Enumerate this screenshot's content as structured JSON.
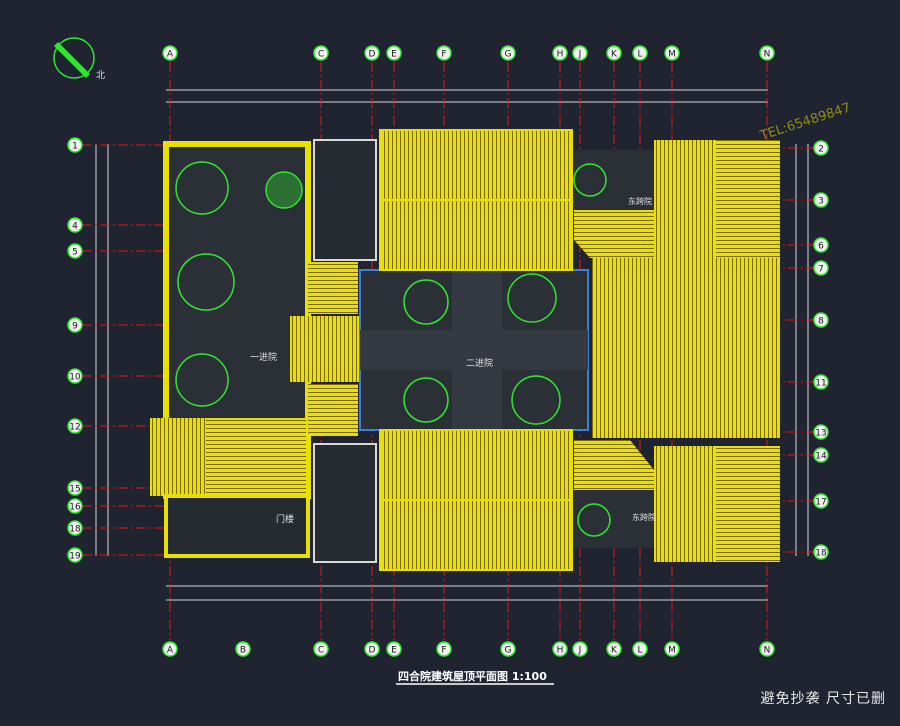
{
  "drawing": {
    "title": "四合院建筑屋顶平面图 1:100",
    "north_label": "北",
    "caption": "避免抄袭 尺寸已删",
    "watermark_text": "TEL:65489847",
    "colors": {
      "background": "#1f2430",
      "roof": "#e8e000",
      "roof_line": "#7a6a00",
      "axis": "#e01818",
      "dim": "#d8d8d8",
      "tree": "#2ee82e",
      "bubble": "#d0d0d0",
      "grid_label": "#1a1a1a"
    },
    "column_labels_top": [
      "A",
      "C",
      "D",
      "E",
      "F",
      "G",
      "H",
      "J",
      "K",
      "L",
      "M",
      "N"
    ],
    "column_labels_bottom": [
      "A",
      "B",
      "C",
      "D",
      "E",
      "F",
      "G",
      "H",
      "J",
      "K",
      "L",
      "M",
      "N"
    ],
    "row_labels_left": [
      "1",
      "4",
      "5",
      "9",
      "10",
      "12",
      "15",
      "16",
      "18",
      "19"
    ],
    "row_labels_right": [
      "2",
      "3",
      "6",
      "7",
      "8",
      "11",
      "13",
      "14",
      "17",
      "18"
    ],
    "rooms": {
      "yard_left": "一进院",
      "yard_center": "二进院",
      "court_ne": "东跨院",
      "court_se": "东跨院",
      "gate": "门楼"
    }
  }
}
